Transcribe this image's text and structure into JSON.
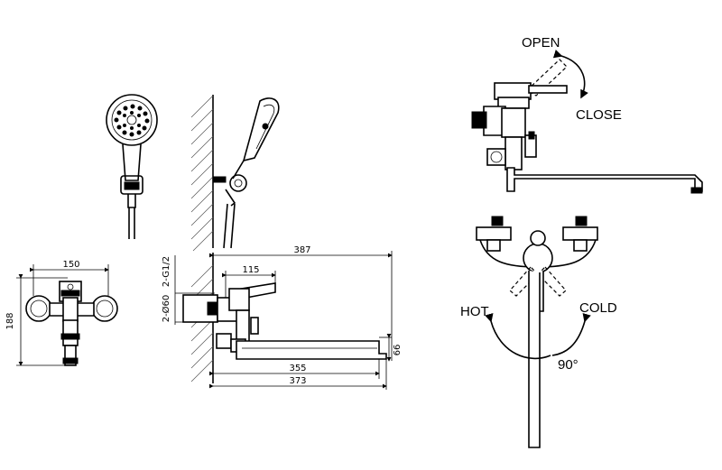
{
  "diagram": {
    "dimensions": {
      "d150": "150",
      "d188": "188",
      "d387": "387",
      "d115": "115",
      "g12": "2-G1/2",
      "d60": "2-Ø60",
      "d66": "66",
      "d355": "355",
      "d373": "373"
    },
    "labels": {
      "open": "OPEN",
      "close": "CLOSE",
      "hot": "HOT",
      "cold": "COLD",
      "angle": "90°"
    }
  }
}
